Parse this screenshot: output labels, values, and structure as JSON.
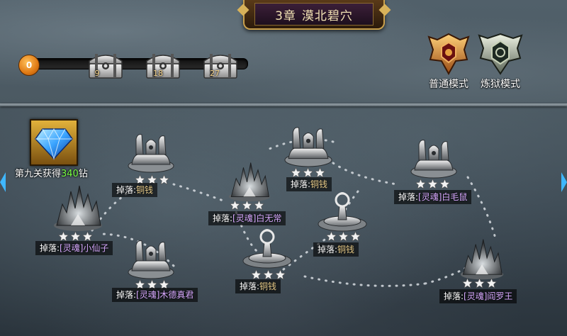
{
  "chapter": {
    "number": "3章",
    "name": "漠北碧穴"
  },
  "progress": {
    "current": "0",
    "fill_fraction": 0.05
  },
  "chests": [
    {
      "label": "9"
    },
    {
      "label": "18"
    },
    {
      "label": "27"
    }
  ],
  "modes": [
    {
      "label": "普通模式",
      "icon": "bronze-crest-icon"
    },
    {
      "label": "炼狱模式",
      "icon": "silver-crest-icon"
    }
  ],
  "reward": {
    "prefix": "第九关获得",
    "amount": "340",
    "suffix": "钻",
    "icon": "diamond-icon"
  },
  "drop_prefix": "掉落:",
  "stages": [
    {
      "drop": "[灵魂]小仙子",
      "type": "soul",
      "stars": 3
    },
    {
      "drop": "铜钱",
      "type": "coin",
      "stars": 3
    },
    {
      "drop": "[灵魂]木德真君",
      "type": "soul",
      "stars": 3
    },
    {
      "drop": "[灵魂]白无常",
      "type": "soul",
      "stars": 3
    },
    {
      "drop": "铜钱",
      "type": "coin",
      "stars": 3
    },
    {
      "drop": "铜钱",
      "type": "coin",
      "stars": 3
    },
    {
      "drop": "铜钱",
      "type": "coin",
      "stars": 3
    },
    {
      "drop": "[灵魂]白毛鼠",
      "type": "soul",
      "stars": 3
    },
    {
      "drop": "[灵魂]阎罗王",
      "type": "soul",
      "stars": 3
    }
  ],
  "colors": {
    "accent_gold": "#c9a04c",
    "highlight_green": "#79ff45",
    "soul_purple": "#d8a9ff"
  }
}
